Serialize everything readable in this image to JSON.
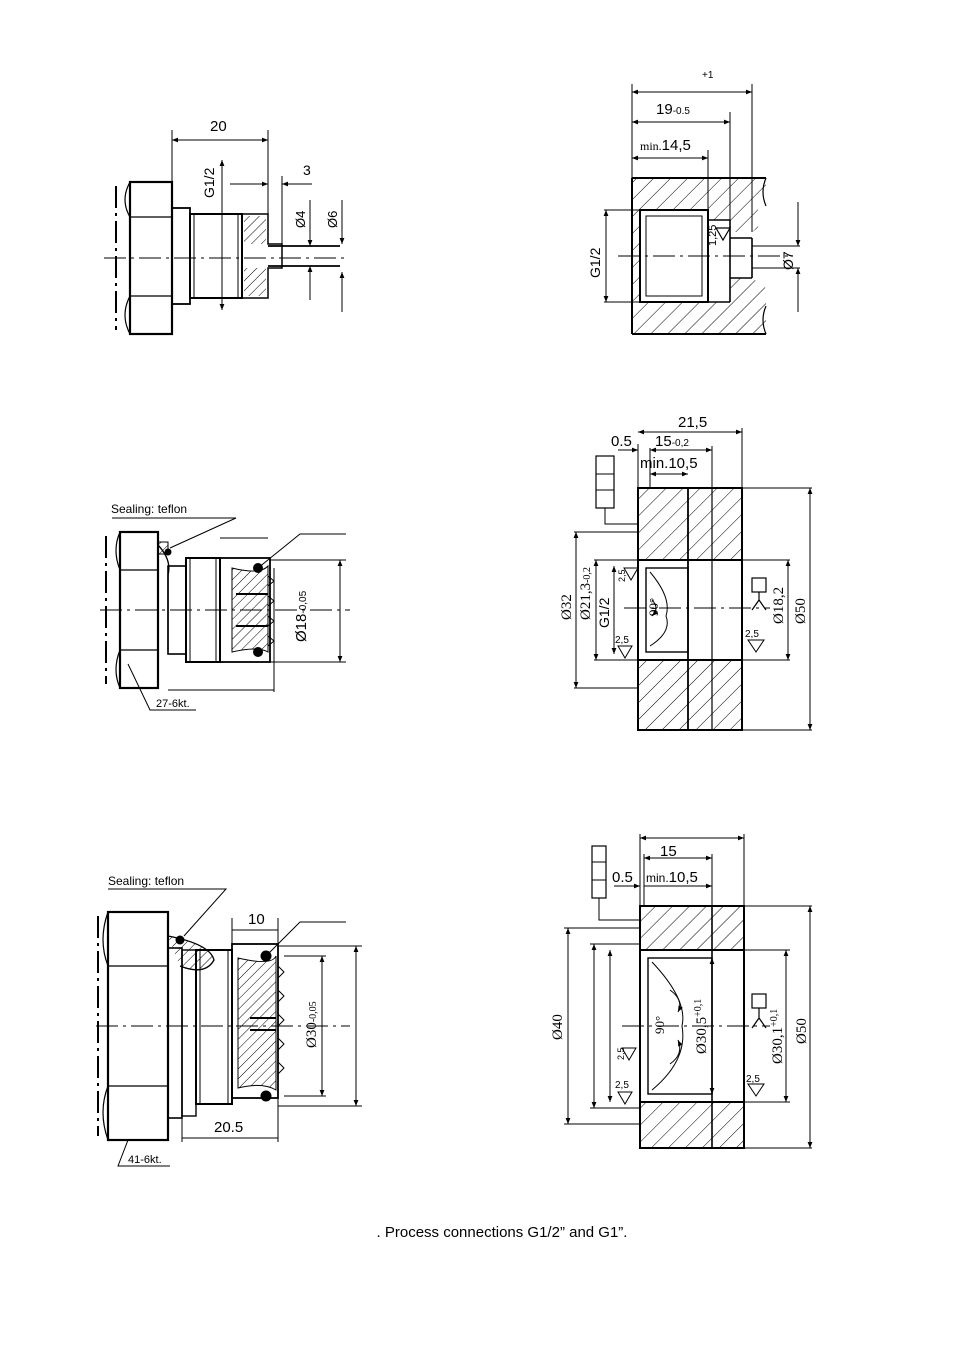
{
  "caption": ". Process connections G1/2” and G1”.",
  "fig1": {
    "d20": "20",
    "g12": "G1/2",
    "d3": "3",
    "d4": "Ø4",
    "d6": "Ø6"
  },
  "fig2": {
    "tol": "+1",
    "d19": "19",
    "d19tol": "-0.5",
    "min": "min.",
    "d145": "14,5",
    "g12": "G1/2",
    "d125": "1,25",
    "d7": "Ø7"
  },
  "fig3": {
    "sealing": "Sealing: teflon",
    "d18": "Ø18",
    "d18tol": "-0,05",
    "hex": "27-6kt."
  },
  "fig4": {
    "d215": "21,5",
    "d05": "0.5",
    "d15": "15",
    "d15tol": "-0,2",
    "min105": "min.10,5",
    "d32": "Ø32",
    "d213": "Ø21,3",
    "d213tol": "-0,2",
    "g12": "G1/2",
    "r25": "2,5",
    "r25b": "2,5",
    "r25c": "2,5",
    "a90": "90°",
    "d182": "Ø18,2",
    "d50": "Ø50"
  },
  "fig5": {
    "sealing": "Sealing: teflon",
    "d10": "10",
    "d30": "Ø30",
    "d30tol": "-0,05",
    "d205": "20.5",
    "hex": "41-6kt."
  },
  "fig6": {
    "d15": "15",
    "d05": "0.5",
    "min": "min.",
    "d105": "10,5",
    "d40": "Ø40",
    "r25a": "2,5",
    "r25b": "2,5",
    "r25c": "2,5",
    "a90": "90°",
    "d305": "Ø30,5",
    "d305tol": "+0,1",
    "d301": "Ø30,1",
    "d301tol": "+0,1",
    "d50": "Ø50"
  }
}
